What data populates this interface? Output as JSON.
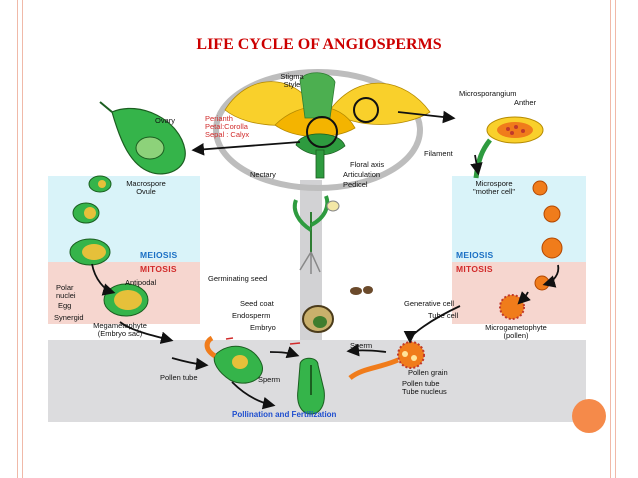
{
  "slide": {
    "title": "LIFE CYCLE OF ANGIOSPERMS"
  },
  "labels": {
    "stigma_style": "Stigma\nStyle",
    "ovary": "Ovary",
    "perianth": "Perianth\nPetal:Corolla\nSepal : Calyx",
    "nectary": "Nectary",
    "floral_axis": "Floral axis",
    "articulation": "Articulation",
    "pedicel": "Pedicel",
    "filament": "Filament",
    "microsporangium": "Microsporangium",
    "anther": "Anther",
    "macrospore_ovule": "Macrospore\nOvule",
    "microspore_mother": "Microspore\n\"mother cell\"",
    "meiosis_left": "MEIOSIS",
    "meiosis_right": "MEIOSIS",
    "mitosis_left": "MITOSIS",
    "mitosis_right": "MITOSIS",
    "antipodal": "Antipodal",
    "polar_nuclei": "Polar\nnuclei",
    "egg": "Egg",
    "synergid": "Synergid",
    "megametophyte": "Megametophyte\n(Embryo sac)",
    "germinating_seed": "Germinating seed",
    "seed_coat": "Seed coat",
    "endosperm": "Endosperm",
    "embryo": "Embryo",
    "generative_cell": "Generative cell",
    "tube_cell": "Tube cell",
    "microgametophyte": "Microgametophyte\n(pollen)",
    "sperm_top": "Sperm",
    "pollen_grain": "Pollen grain",
    "pollen_tube_right": "Pollen tube\nTube nucleus",
    "pollen_tube_left": "Pollen tube",
    "sperm_bottom": "Sperm",
    "pollination": "Pollination and Fertilization"
  },
  "colors": {
    "title": "#cc0000",
    "meiosis_zone": "#d9f3f9",
    "mitosis_zone": "#f6d6cf",
    "bottom_zone": "#dcdcde",
    "meiosis_text": "#1a6fc4",
    "mitosis_text": "#d12b2b",
    "pollination_text": "#1f4fcf",
    "badge": "#f58a4a"
  }
}
